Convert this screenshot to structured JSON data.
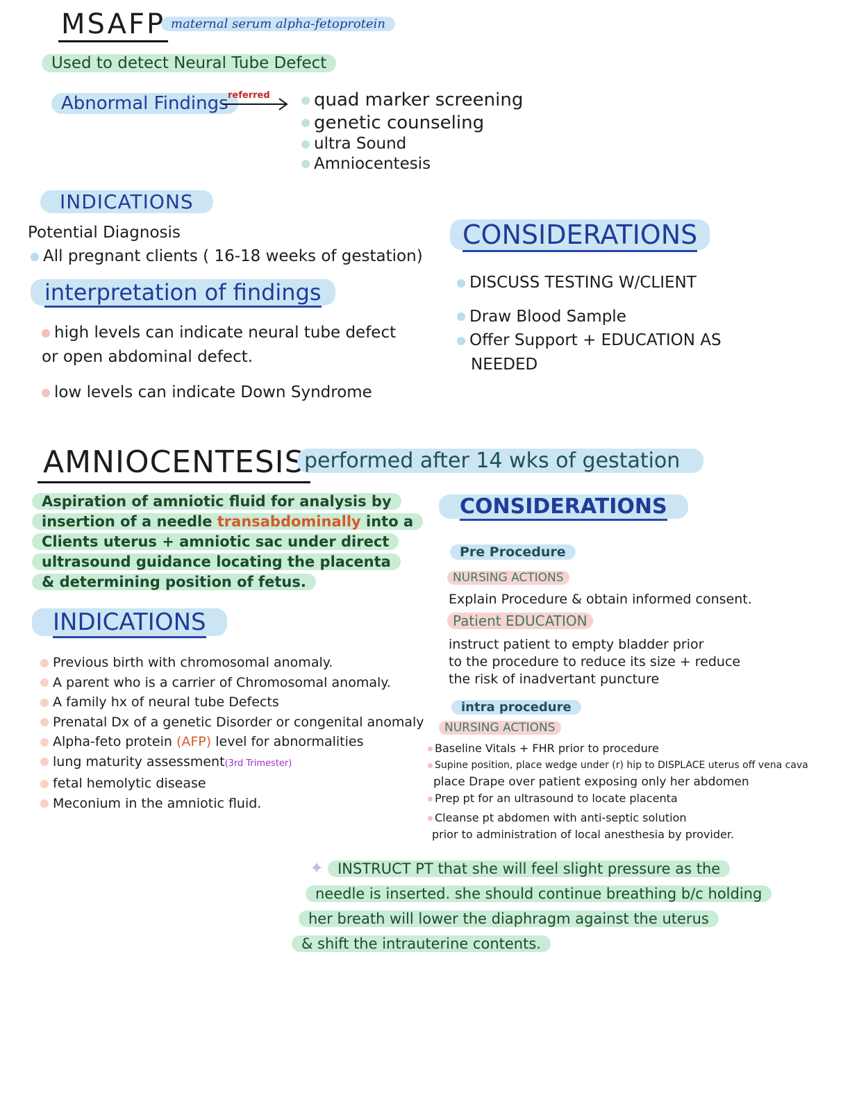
{
  "msafp": {
    "title": "MSAFP",
    "subtitle": "maternal serum alpha-fetoprotein",
    "purpose": "Used to detect Neural Tube Defect",
    "abnormal_label": "Abnormal Findings",
    "arrow_label": "referred",
    "referrals": [
      "quad marker screening",
      "genetic counseling",
      "ultra Sound",
      "Amniocentesis"
    ],
    "indications_heading": "INDICATIONS",
    "potential_dx": "Potential Diagnosis",
    "clients": "All pregnant clients ( 16-18 weeks of gestation)",
    "interp_heading": "interpretation of findings",
    "high_1": "high levels can indicate neural tube defect",
    "high_2": "or open abdominal defect.",
    "low": "low levels can indicate Down Syndrome",
    "considerations_heading": "CONSIDERATIONS",
    "cons_1": "DISCUSS TESTING W/CLIENT",
    "cons_2": "Draw Blood Sample",
    "cons_3a": "Offer Support + EDUCATION AS",
    "cons_3b": "NEEDED"
  },
  "amnio": {
    "title": "AMNIOCENTESIS",
    "subtitle": "performed after 14 wks of gestation",
    "desc_1a": "Aspiration of amniotic fluid for analysis by",
    "desc_2a": "insertion of a needle",
    "desc_2b": "transabdominally",
    "desc_2c": "into a",
    "desc_3": "Clients uterus + amniotic sac under direct",
    "desc_4": "ultrasound guidance locating the placenta",
    "desc_5": "& determining position of fetus.",
    "indications_heading": "INDICATIONS",
    "indications": [
      "Previous birth with chromosomal anomaly.",
      "A parent who is a carrier of Chromosomal anomaly.",
      "A family hx of neural tube Defects",
      "Prenatal Dx of a genetic Disorder or congenital anomaly"
    ],
    "afp_a": "Alpha-feto protein",
    "afp_b": "(AFP)",
    "afp_c": "level for abnormalities",
    "lung_a": "lung maturity assessment",
    "lung_b": "(3rd Trimester)",
    "indications_tail": [
      "fetal hemolytic disease",
      "Meconium in the amniotic fluid."
    ],
    "considerations_heading": "CONSIDERATIONS",
    "pre_label": "Pre Procedure",
    "nursing_actions": "NURSING ACTIONS",
    "pre_action": "Explain Procedure & obtain informed consent.",
    "patient_education": "Patient EDUCATION",
    "edu_1": "instruct patient to empty bladder prior",
    "edu_2": "to the procedure to reduce its size + reduce",
    "edu_3": "the risk of inadvertant puncture",
    "intra_label": "intra procedure",
    "intra_nursing": "NURSING ACTIONS",
    "intra_1": "Baseline Vitals + FHR prior to procedure",
    "intra_2a": "Supine position, place wedge under (r) hip to DISPLACE uterus off vena cava",
    "intra_2b": "place Drape over patient exposing only her abdomen",
    "intra_3": "Prep pt for an ultrasound to locate placenta",
    "intra_4a": "Cleanse pt abdomen with anti-septic solution",
    "intra_4b": "prior to administration of local anesthesia by provider.",
    "instruct_1": "INSTRUCT PT that she will feel slight pressure as the",
    "instruct_2": "needle is inserted. she should continue breathing b/c holding",
    "instruct_3": "her breath will lower the diaphragm against the uterus",
    "instruct_4": "& shift the intrauterine contents."
  },
  "colors": {
    "navy": "#1f3c99",
    "green_highlight": "#c9ecd6",
    "blue_highlight": "#cbe5f4",
    "pink_highlight": "#f6d3d1",
    "orange_text": "#d45a2a",
    "red_text": "#c0262a",
    "purple_text": "#a030c8"
  }
}
